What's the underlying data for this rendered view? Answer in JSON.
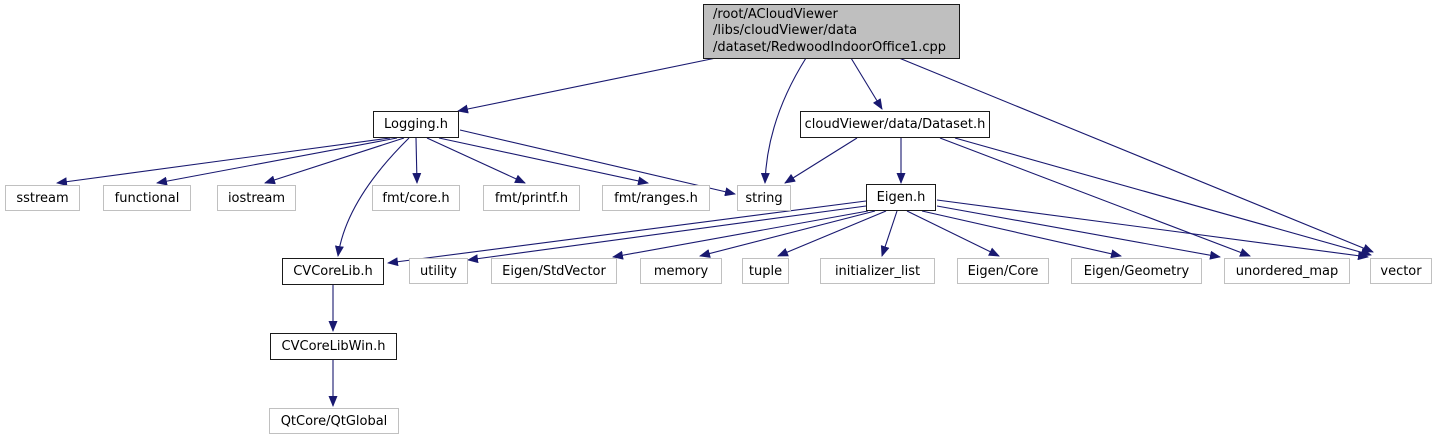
{
  "diagram": {
    "kind": "include-dependency-graph",
    "colors": {
      "edge": "#191970",
      "current_node_fill": "#bfbfbf",
      "linked_node_border": "#1a1a1a",
      "leaf_node_border": "#c0c0c0",
      "node_fill": "#ffffff",
      "text": "#000000"
    },
    "nodes": {
      "main": {
        "lines": [
          "/root/ACloudViewer",
          "/libs/cloudViewer/data",
          "/dataset/RedwoodIndoorOffice1.cpp"
        ],
        "kind": "current"
      },
      "logging": {
        "label": "Logging.h",
        "kind": "linked"
      },
      "dataset": {
        "label": "cloudViewer/data/Dataset.h",
        "kind": "linked"
      },
      "sstream": {
        "label": "sstream",
        "kind": "leaf"
      },
      "functional": {
        "label": "functional",
        "kind": "leaf"
      },
      "iostream": {
        "label": "iostream",
        "kind": "leaf"
      },
      "fmtcore": {
        "label": "fmt/core.h",
        "kind": "leaf"
      },
      "fmtprintf": {
        "label": "fmt/printf.h",
        "kind": "leaf"
      },
      "fmtranges": {
        "label": "fmt/ranges.h",
        "kind": "leaf"
      },
      "string": {
        "label": "string",
        "kind": "leaf"
      },
      "eigen": {
        "label": "Eigen.h",
        "kind": "linked"
      },
      "cvcorelib": {
        "label": "CVCoreLib.h",
        "kind": "linked"
      },
      "utility": {
        "label": "utility",
        "kind": "leaf"
      },
      "stdvector": {
        "label": "Eigen/StdVector",
        "kind": "leaf"
      },
      "memory": {
        "label": "memory",
        "kind": "leaf"
      },
      "tuple": {
        "label": "tuple",
        "kind": "leaf"
      },
      "initlist": {
        "label": "initializer_list",
        "kind": "leaf"
      },
      "eigencore": {
        "label": "Eigen/Core",
        "kind": "leaf"
      },
      "eigengeom": {
        "label": "Eigen/Geometry",
        "kind": "leaf"
      },
      "unorderedmap": {
        "label": "unordered_map",
        "kind": "leaf"
      },
      "vector": {
        "label": "vector",
        "kind": "leaf"
      },
      "cvcorelibwin": {
        "label": "CVCoreLibWin.h",
        "kind": "linked"
      },
      "qtglobal": {
        "label": "QtCore/QtGlobal",
        "kind": "leaf"
      }
    },
    "edges": [
      {
        "from": "main",
        "to": "logging"
      },
      {
        "from": "main",
        "to": "string"
      },
      {
        "from": "main",
        "to": "dataset"
      },
      {
        "from": "main",
        "to": "vector"
      },
      {
        "from": "logging",
        "to": "sstream"
      },
      {
        "from": "logging",
        "to": "functional"
      },
      {
        "from": "logging",
        "to": "iostream"
      },
      {
        "from": "logging",
        "to": "cvcorelib"
      },
      {
        "from": "logging",
        "to": "fmtcore"
      },
      {
        "from": "logging",
        "to": "fmtprintf"
      },
      {
        "from": "logging",
        "to": "fmtranges"
      },
      {
        "from": "logging",
        "to": "string"
      },
      {
        "from": "dataset",
        "to": "string"
      },
      {
        "from": "dataset",
        "to": "eigen"
      },
      {
        "from": "dataset",
        "to": "unorderedmap"
      },
      {
        "from": "dataset",
        "to": "vector"
      },
      {
        "from": "eigen",
        "to": "cvcorelib"
      },
      {
        "from": "eigen",
        "to": "utility"
      },
      {
        "from": "eigen",
        "to": "stdvector"
      },
      {
        "from": "eigen",
        "to": "memory"
      },
      {
        "from": "eigen",
        "to": "tuple"
      },
      {
        "from": "eigen",
        "to": "initlist"
      },
      {
        "from": "eigen",
        "to": "eigencore"
      },
      {
        "from": "eigen",
        "to": "eigengeom"
      },
      {
        "from": "eigen",
        "to": "unorderedmap"
      },
      {
        "from": "eigen",
        "to": "vector"
      },
      {
        "from": "cvcorelib",
        "to": "cvcorelibwin"
      },
      {
        "from": "cvcorelibwin",
        "to": "qtglobal"
      }
    ]
  }
}
